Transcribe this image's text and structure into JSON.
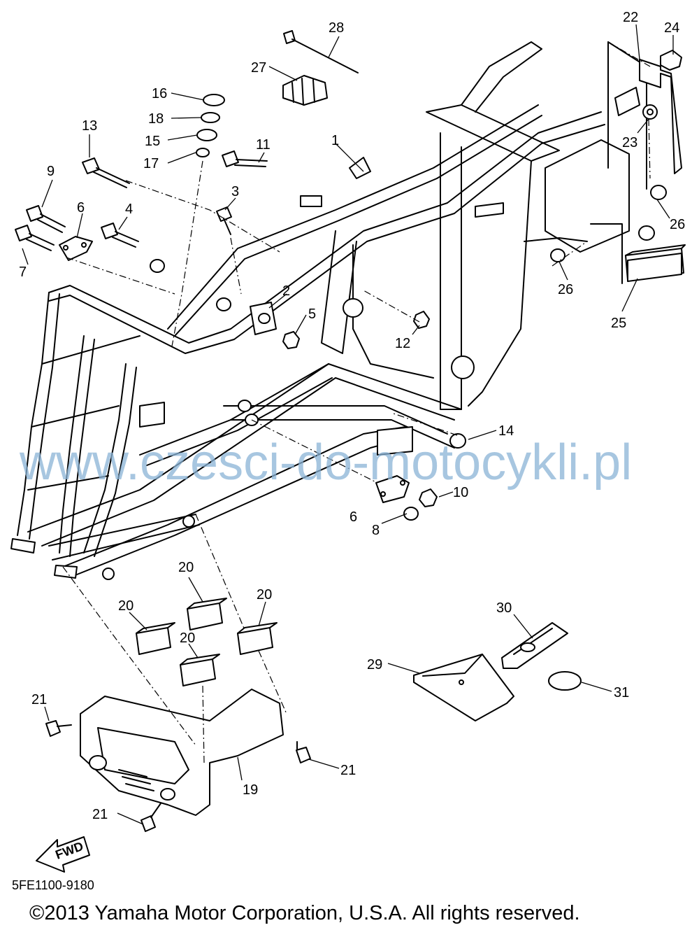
{
  "callouts": [
    "1",
    "2",
    "3",
    "4",
    "5",
    "6",
    "7",
    "8",
    "9",
    "10",
    "11",
    "12",
    "13",
    "14",
    "15",
    "16",
    "17",
    "18",
    "19",
    "20",
    "21",
    "22",
    "23",
    "24",
    "25",
    "26",
    "27",
    "28",
    "29",
    "30",
    "31"
  ],
  "diagram_code": "5FE1100-9180",
  "copyright": "©2013 Yamaha Motor Corporation, U.S.A. All rights reserved.",
  "watermark": "www.czesci-do-motocykli.pl",
  "direction_badge": "FWD"
}
